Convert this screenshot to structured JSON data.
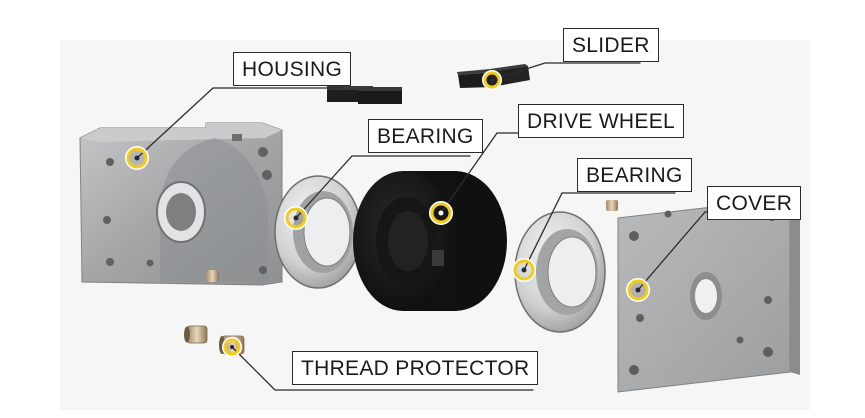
{
  "labels": {
    "housing": "HOUSING",
    "slider": "SLIDER",
    "bearing_left": "BEARING",
    "drive_wheel": "DRIVE WHEEL",
    "bearing_right": "BEARING",
    "cover": "COVER",
    "thread_protector": "THREAD PROTECTOR"
  },
  "colors": {
    "callout_marker": "#f2cc1b",
    "leader_line": "#2b2b2b",
    "metal": "#a9abad",
    "wheel": "#141414"
  }
}
